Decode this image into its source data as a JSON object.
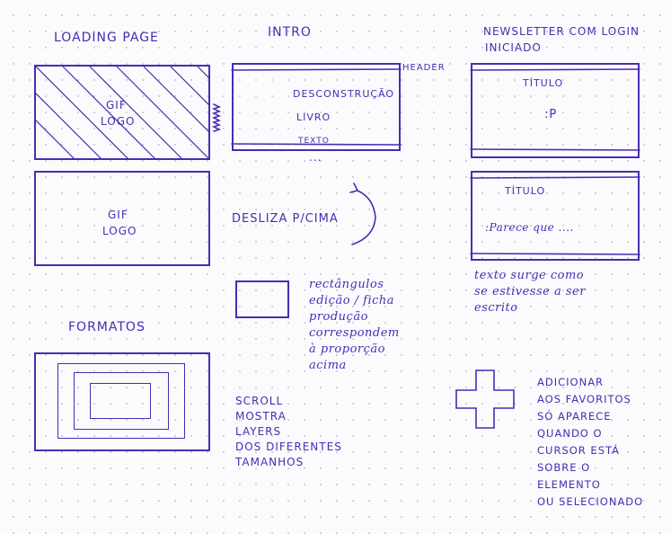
{
  "loading": {
    "title": "LOADING PAGE",
    "gif1": "GIF",
    "logo1": "LOGO",
    "gif2": "GIF",
    "logo2": "LOGO"
  },
  "intro": {
    "title": "INTRO",
    "header": "HEADER",
    "line1": "DESCONSTRUÇÃO",
    "line2": "LIVRO",
    "line3": "TEXTO",
    "dots": "...",
    "swipe": "DESLIZA P/CIMA"
  },
  "formatos": {
    "title": "FORMATOS"
  },
  "rect_note": [
    "rectângulos",
    "edição / ficha",
    "produção",
    "correspondem",
    "à proporção",
    "acima"
  ],
  "scroll_note": [
    "SCROLL",
    "MOSTRA",
    "LAYERS",
    "DOS DIFERENTES",
    "TAMANHOS"
  ],
  "newsletter": {
    "title_line1": "NEWSLETTER COM LOGIN",
    "title_line2": "INICIADO",
    "card1_title": "TÍTULO",
    "card1_body": ":P",
    "card2_title": "TÍTULO",
    "card2_body": ":Parece que ....",
    "note": [
      "texto surge como",
      "se estivesse a ser",
      "escrito"
    ]
  },
  "favorites_note": [
    "ADICIONAR",
    "AOS FAVORITOS",
    "SÓ APARECE",
    "QUANDO O",
    "CURSOR ESTÁ",
    "SOBRE O",
    "ELEMENTO",
    "OU SELECIONADO"
  ],
  "ink_color": "#4a2bb3"
}
